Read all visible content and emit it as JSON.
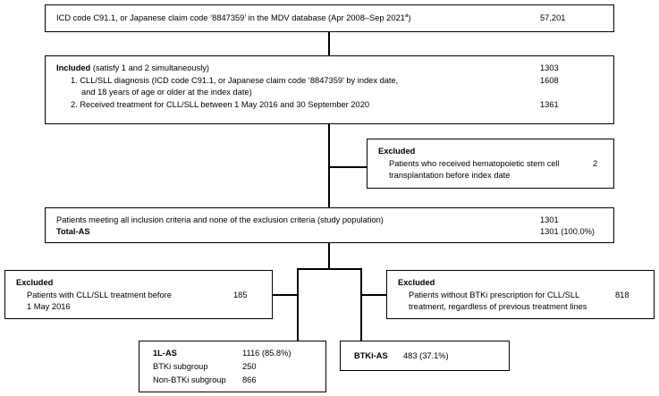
{
  "diagram": {
    "title": "CLL/SLL patient selection flow (MDV database)",
    "type": "flowchart",
    "nodes": {
      "source": {
        "text": "ICD code C91.1, or Japanese claim code ‘8847359’ in the MDV database (Apr 2008–Sep 2021",
        "footnote_marker": "a",
        "text_tail": ")",
        "count": "57,201"
      },
      "included": {
        "heading": "Included",
        "heading_suffix": " (satisfy 1 and 2 simultaneously)",
        "heading_count": "1303",
        "criteria": [
          {
            "label": "1. CLL/SLL diagnosis (ICD code C91.1, or Japanese claim code ‘8847359’ by index date,",
            "label_line2": "and 18 years of age or older at the index date)",
            "count": "1608"
          },
          {
            "label": "2. Received treatment for CLL/SLL between 1 May 2016 and 30 September 2020",
            "label_line2": "",
            "count": "1361"
          }
        ]
      },
      "excluded_hsct": {
        "heading": "Excluded",
        "line1": "Patients who received hematopoietic stem cell",
        "line2": "transplantation before index date",
        "count": "2"
      },
      "study_population": {
        "line1": "Patients meeting all inclusion criteria and none of the exclusion criteria (study population)",
        "line1_count": "1301",
        "line2": "Total-AS",
        "line2_count": "1301 (100.0%)"
      },
      "excluded_prior_treatment": {
        "heading": "Excluded",
        "line1": "Patients with CLL/SLL treatment before",
        "line2": "1 May 2016",
        "count": "185"
      },
      "excluded_no_btki": {
        "heading": "Excluded",
        "line1": "Patients without BTKi prescription for CLL/SLL",
        "line2": "treatment, regardless of previous treatment lines",
        "count": "818"
      },
      "first_line_as": {
        "heading": "1L-AS",
        "heading_count": "1116 (85.8%)",
        "rows": [
          {
            "label": "BTKi subgroup",
            "count": "250"
          },
          {
            "label": "Non-BTKi subgroup",
            "count": "866"
          }
        ]
      },
      "btki_as": {
        "heading": "BTKi-AS",
        "count": "483 (37.1%)"
      }
    },
    "colors": {
      "border": "#000000",
      "text": "#000000",
      "background": "#ffffff"
    }
  }
}
